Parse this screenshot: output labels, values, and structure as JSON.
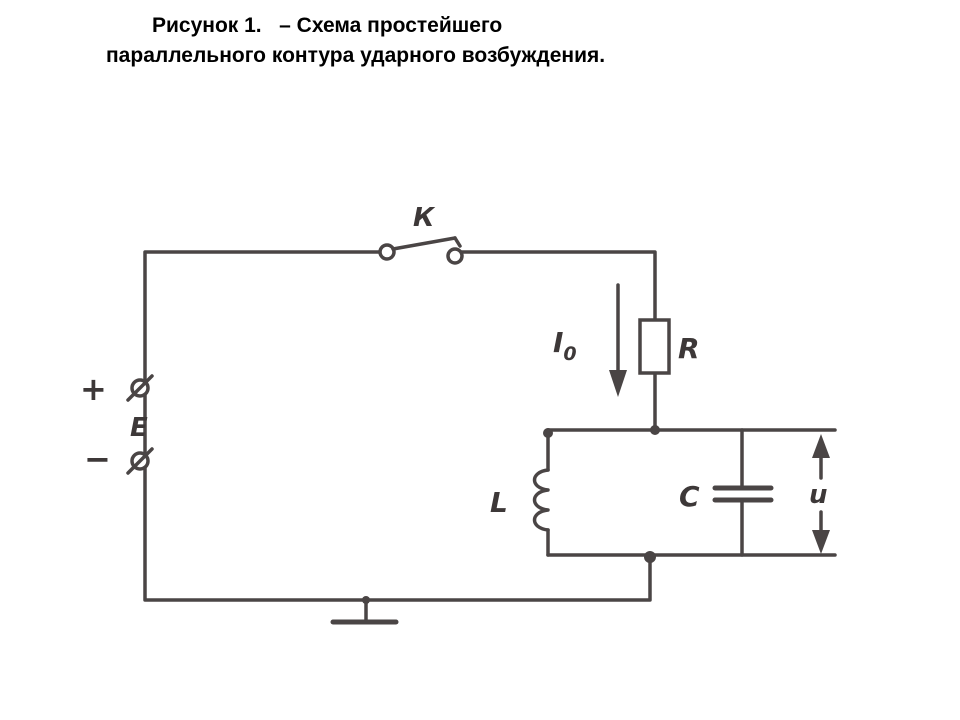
{
  "caption": {
    "line1": "Рисунок 1.   – Схема простейшего",
    "line2": "параллельного контура ударного возбуждения."
  },
  "labels": {
    "switch": "К",
    "source": "E",
    "plus": "+",
    "minus": "−",
    "current": "I",
    "current_sub": "0",
    "resistor": "R",
    "inductor": "L",
    "capacitor": "C",
    "voltage": "u"
  },
  "colors": {
    "ink": "#4a4545",
    "text": "#000000"
  }
}
